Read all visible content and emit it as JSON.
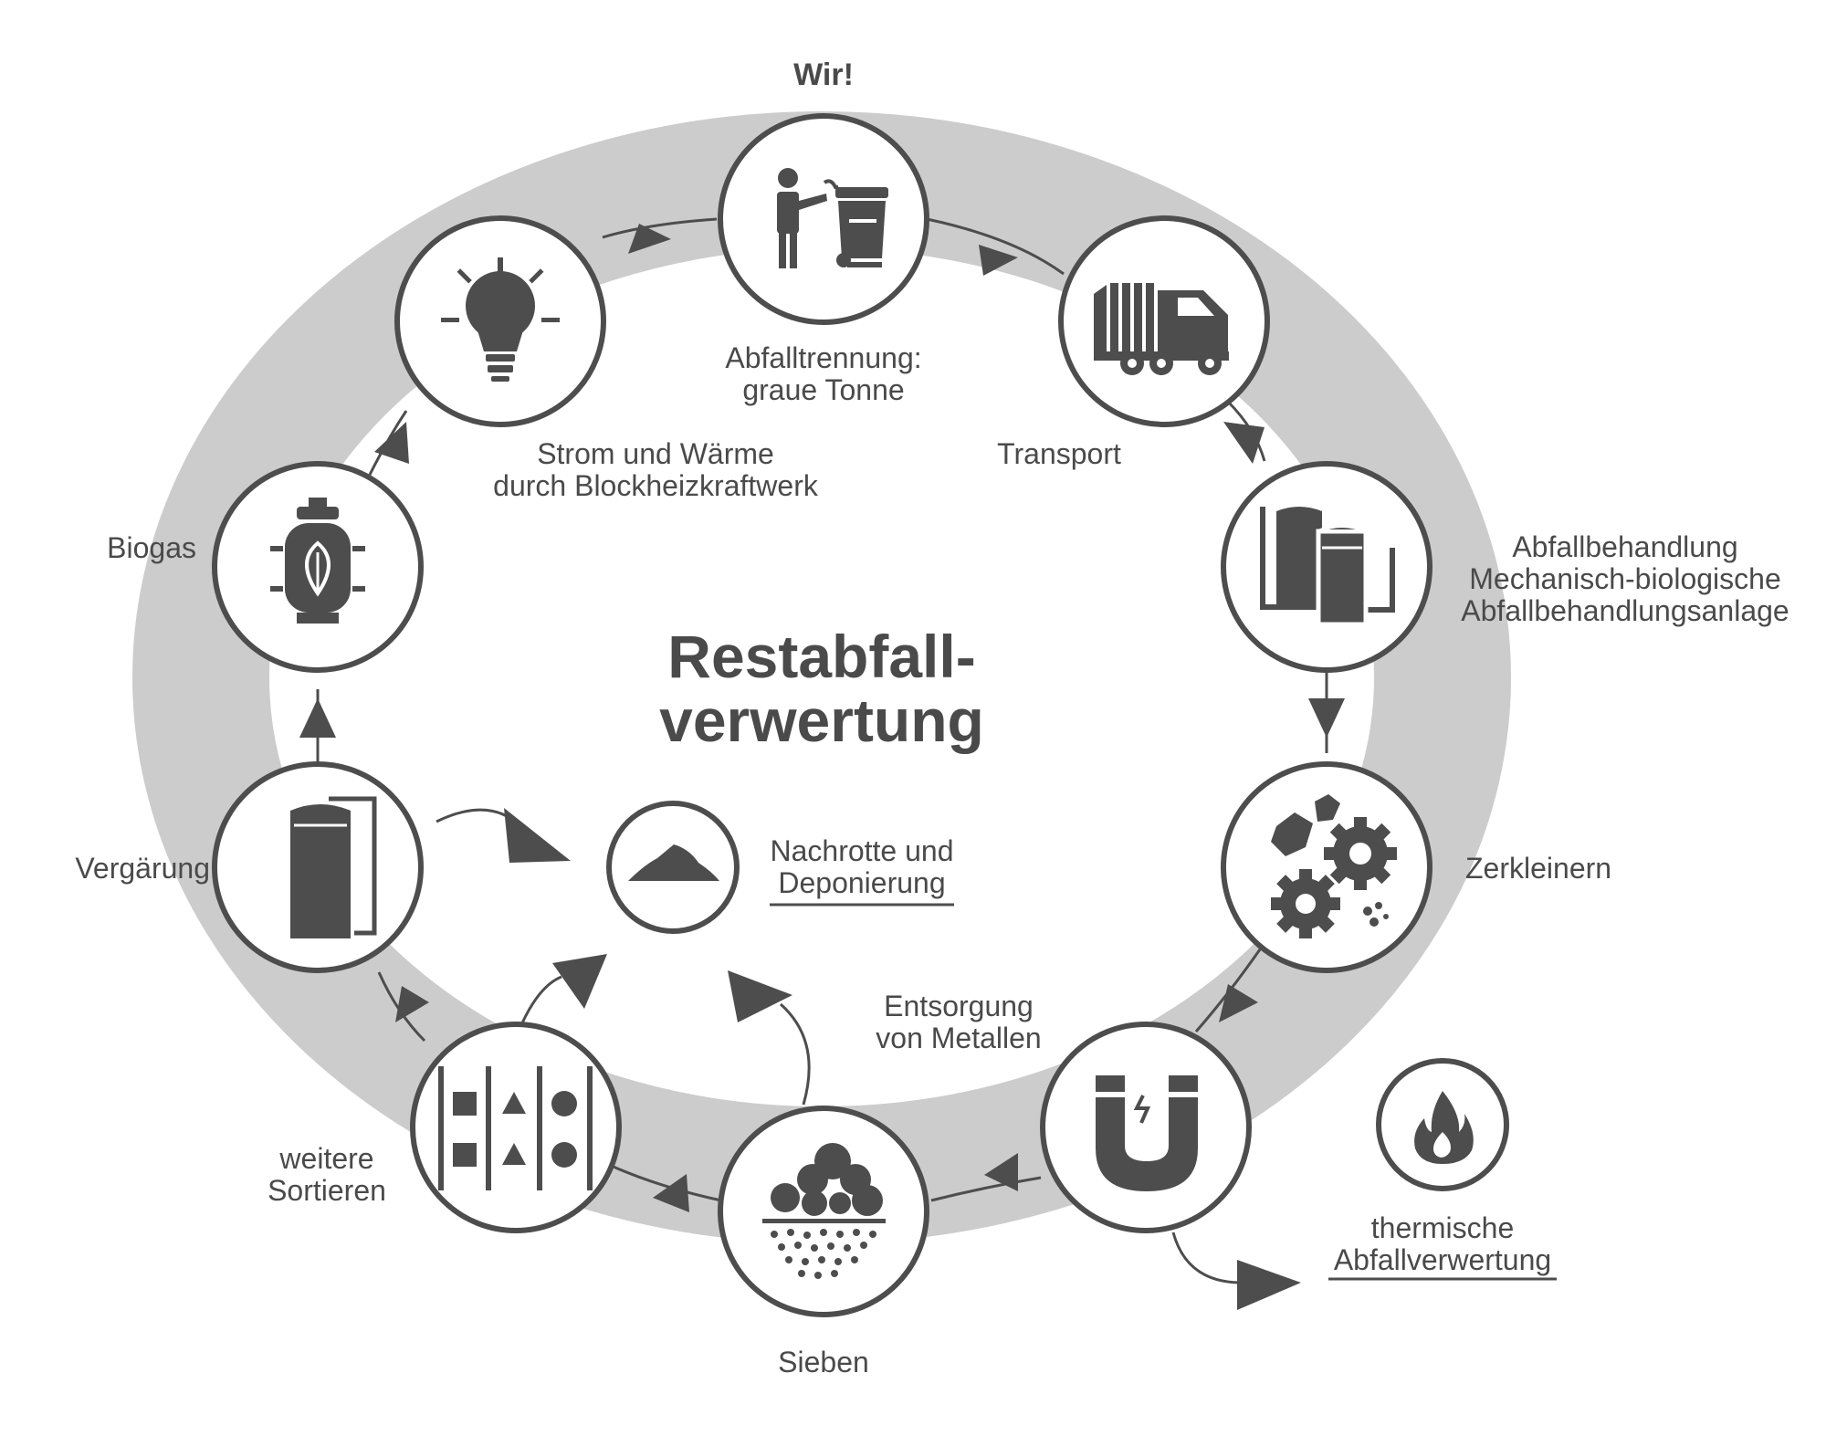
{
  "center_title": [
    "Restabfall-",
    "verwertung"
  ],
  "top_label": "Wir!",
  "colors": {
    "ring": "#cccccc",
    "dark": "#4d4d4d",
    "text": "#4a4a4a"
  },
  "steps": [
    {
      "id": "abfalltrennung",
      "lines": [
        "Abfalltrennung:",
        "graue Tonne"
      ],
      "icon": "person-bin-icon"
    },
    {
      "id": "transport",
      "lines": [
        "Transport"
      ],
      "icon": "garbage-truck-icon"
    },
    {
      "id": "abfallbehandlung",
      "lines": [
        "Abfallbehandlung",
        "Mechanisch-biologische",
        "Abfallbehandlungsanlage"
      ],
      "icon": "treatment-plant-icon"
    },
    {
      "id": "zerkleinern",
      "lines": [
        "Zerkleinern"
      ],
      "icon": "crusher-gears-icon"
    },
    {
      "id": "metalle",
      "lines": [
        "Entsorgung",
        "von Metallen"
      ],
      "icon": "magnet-icon"
    },
    {
      "id": "sieben",
      "lines": [
        "Sieben"
      ],
      "icon": "sieve-icon"
    },
    {
      "id": "sortieren",
      "lines": [
        "weitere",
        "Sortieren"
      ],
      "icon": "sorting-icon"
    },
    {
      "id": "vergaerung",
      "lines": [
        "Vergärung"
      ],
      "icon": "fermenter-tank-icon"
    },
    {
      "id": "biogas",
      "lines": [
        "Biogas"
      ],
      "icon": "gas-cylinder-leaf-icon"
    },
    {
      "id": "strom",
      "lines": [
        "Strom und Wärme",
        "durch Blockheizkraftwerk"
      ],
      "icon": "light-bulb-icon"
    }
  ],
  "side_outputs": [
    {
      "id": "nachrotte",
      "lines": [
        "Nachrotte und",
        "Deponierung"
      ],
      "icon": "landfill-heap-icon"
    },
    {
      "id": "thermisch",
      "lines": [
        "thermische",
        "Abfallverwertung"
      ],
      "icon": "flame-icon"
    }
  ]
}
